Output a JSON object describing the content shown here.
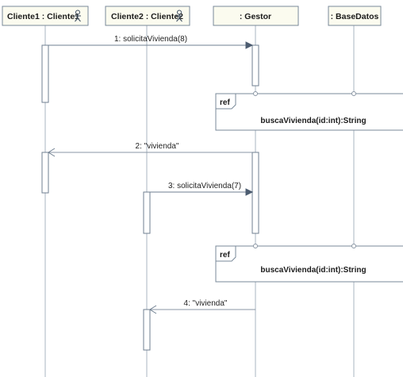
{
  "lifelines": [
    {
      "id": "cliente1",
      "name": "Cliente1 : Cliente1",
      "actor": true
    },
    {
      "id": "cliente2",
      "name": "Cliente2 : Cliente2",
      "actor": true
    },
    {
      "id": "gestor",
      "name": ": Gestor",
      "actor": false
    },
    {
      "id": "basedatos",
      "name": ": BaseDatos",
      "actor": false
    }
  ],
  "messages": [
    {
      "label": "1: solicitaVivienda(8)",
      "kind": "sync"
    },
    {
      "label": "2: \"vivienda\"",
      "kind": "return"
    },
    {
      "label": "3: solicitaVivienda(7)",
      "kind": "sync"
    },
    {
      "label": "4: \"vivienda\"",
      "kind": "return"
    }
  ],
  "refs": [
    {
      "tag": "ref",
      "text": "buscaVivienda(id:int):String"
    },
    {
      "tag": "ref",
      "text": "buscaVivienda(id:int):String"
    }
  ],
  "icons": {
    "actor": "stick-figure-icon"
  },
  "colors": {
    "lifeline_header_fill": "#fbfbef",
    "border": "#7a8a9a",
    "arrowhead": "#4c5c70"
  }
}
